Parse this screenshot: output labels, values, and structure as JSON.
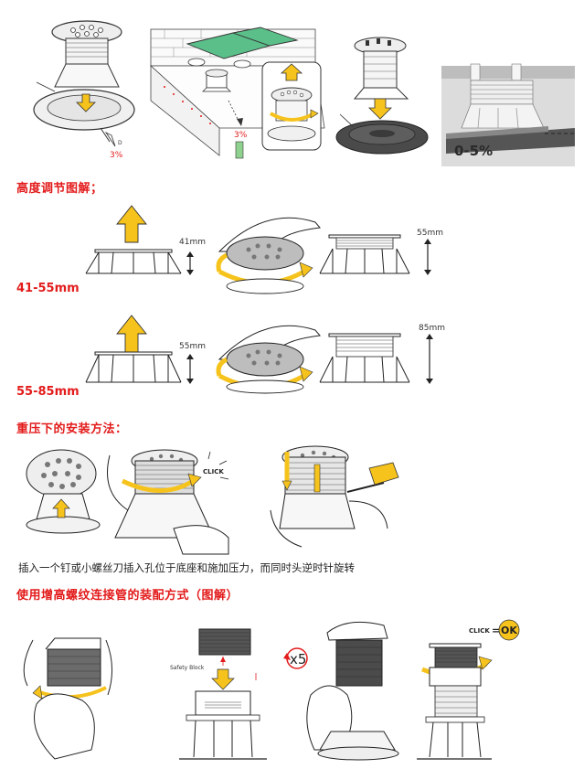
{
  "sections": {
    "height_adjustment_title": "高度调节图解；",
    "range_1": "41-55mm",
    "range_2": "55-85mm",
    "press_install_title": "重压下的安装方法：",
    "press_install_caption": "插入一个钉或小螺丝刀插入孔位于底座和施加压力，而同时头逆时针旋转",
    "extension_title": "使用增高螺纹连接管的装配方式（图解）"
  },
  "labels": {
    "slope_small_1": "3%",
    "slope_small_2": "3%",
    "slope_small_letter": "D",
    "slope_big": "0-5%",
    "h41": "41mm",
    "h55a": "55mm",
    "h55b": "55mm",
    "h85": "85mm",
    "click_1": "CLICK",
    "click_2": "CLICK",
    "click_eq": "=",
    "ok": "OK",
    "safety_block": "Safety Block",
    "times_five": "x5"
  },
  "colors": {
    "accent_red": "#e31b1b",
    "arrow_yellow": "#f6c31c",
    "tile_green": "#5bbf8a",
    "line_gray": "#333333"
  }
}
